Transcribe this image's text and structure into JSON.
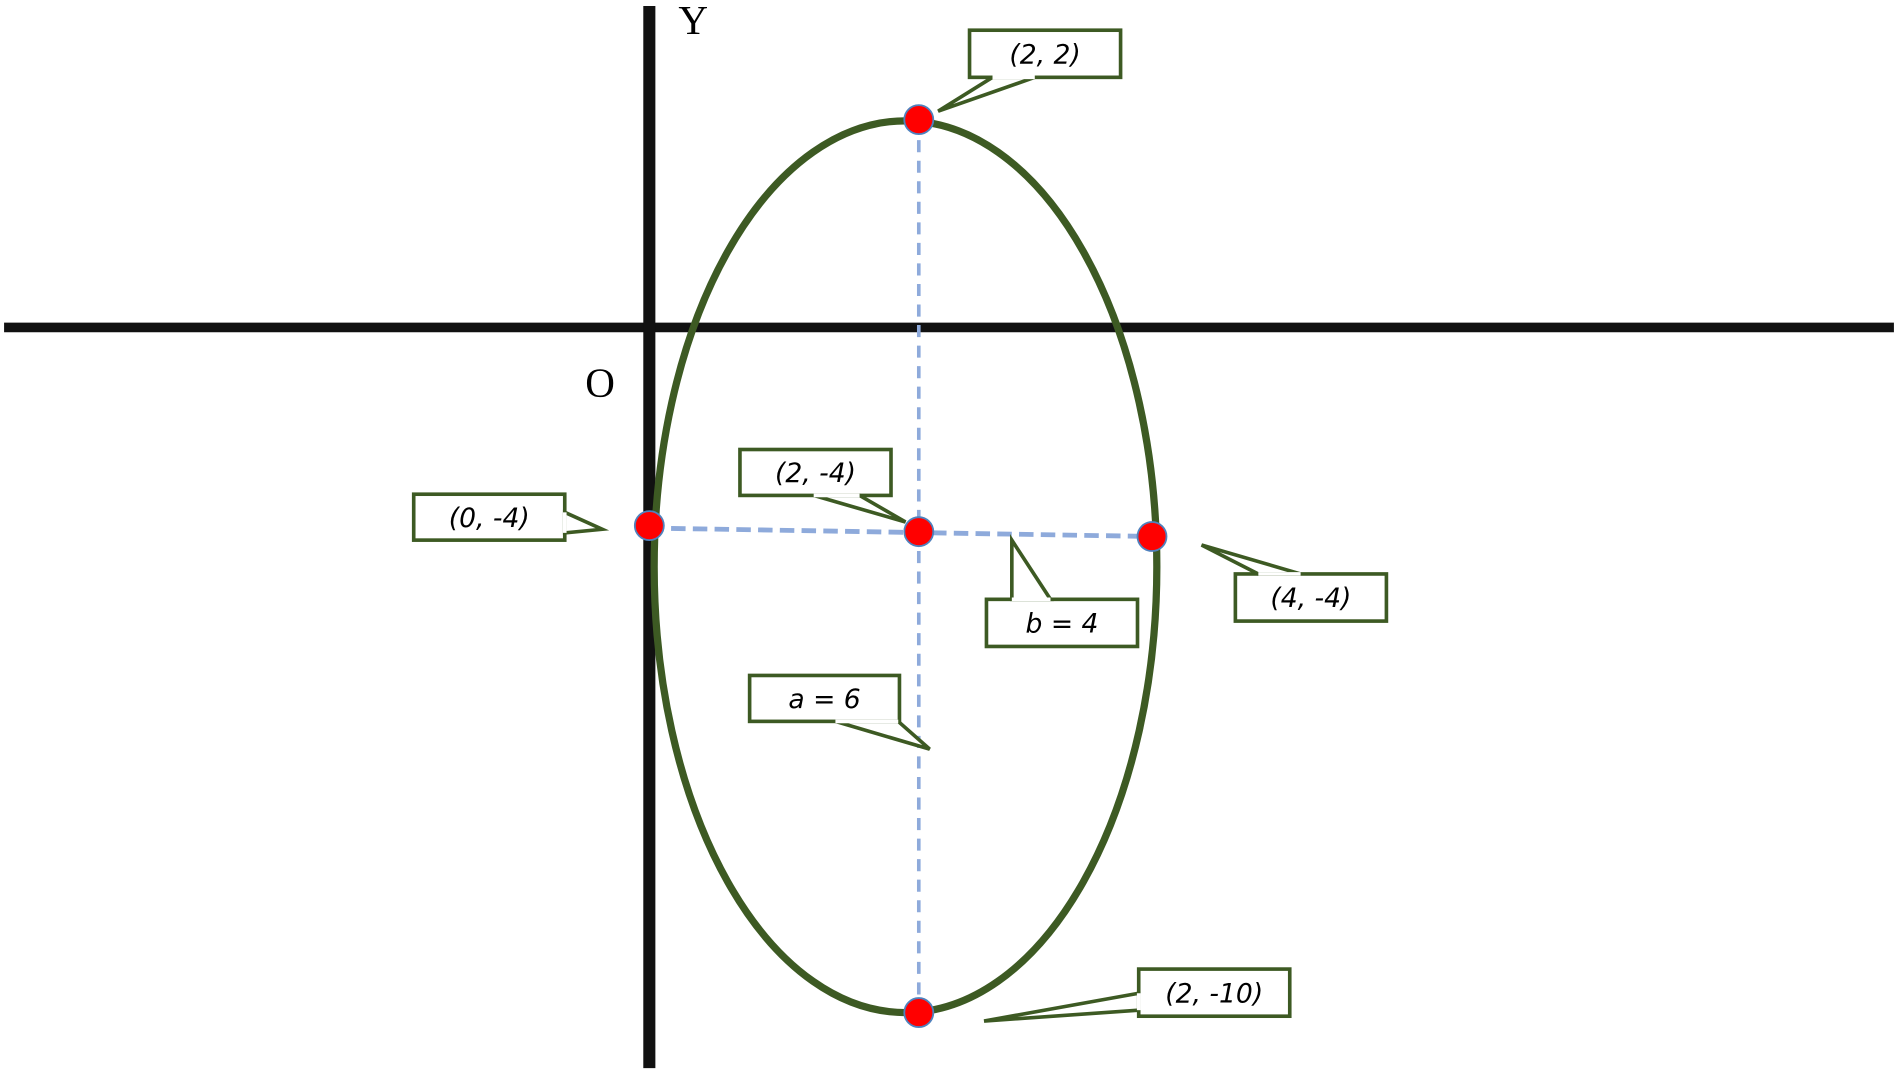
{
  "axes": {
    "y_label": "Y",
    "origin_label": "O"
  },
  "colors": {
    "axis": "#111111",
    "ellipse": "#3d5a23",
    "point": "#ff0000",
    "point_stroke": "#4f81bd",
    "dash": "#8eaadb",
    "callout_border": "#3d5a23"
  },
  "chart_data": {
    "type": "diagram",
    "ellipse": {
      "center": [
        2,
        -4
      ],
      "a": 6,
      "b": 4,
      "orientation": "vertical major axis"
    },
    "points": [
      {
        "name": "top-vertex",
        "x": 2,
        "y": 2,
        "label": "(2, 2)"
      },
      {
        "name": "center",
        "x": 2,
        "y": -4,
        "label": "(2, -4)"
      },
      {
        "name": "left-covertex",
        "x": 0,
        "y": -4,
        "label": "(0, -4)"
      },
      {
        "name": "right-covertex",
        "x": 4,
        "y": -4,
        "label": "(4, -4)"
      },
      {
        "name": "bottom-vertex",
        "x": 2,
        "y": -10,
        "label": "(2, -10)"
      }
    ],
    "annotations": [
      {
        "name": "semi-minor",
        "label": "b = 4"
      },
      {
        "name": "semi-major",
        "label": "a = 6"
      }
    ]
  }
}
